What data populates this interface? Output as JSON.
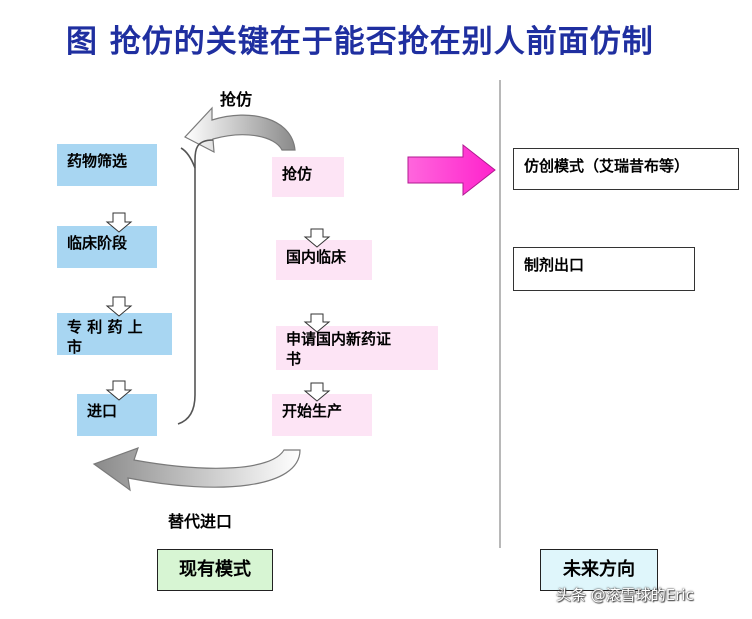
{
  "title": "图 抢仿的关键在于能否抢在别人前面仿制",
  "current_mode": {
    "steps": [
      "药物筛选",
      "临床阶段",
      "专 利 药 上\n市",
      "进口"
    ]
  },
  "generic_path": {
    "top_label": "抢仿",
    "bottom_label": "替代进口",
    "steps": [
      "抢仿",
      "国内临床",
      "申请国内新药证\n书",
      "开始生产"
    ]
  },
  "future": {
    "items": [
      "仿创模式（艾瑞昔布等）",
      "制剂出口"
    ]
  },
  "legend": {
    "left": "现有模式",
    "right": "未来方向"
  },
  "watermark": "头条 @滚雪球的Eric",
  "colors": {
    "title": "#1f2fa0",
    "blue_box": "#a8d6f2",
    "pink_box": "#fde4f5",
    "magenta_arrow": "#ff33cc"
  }
}
